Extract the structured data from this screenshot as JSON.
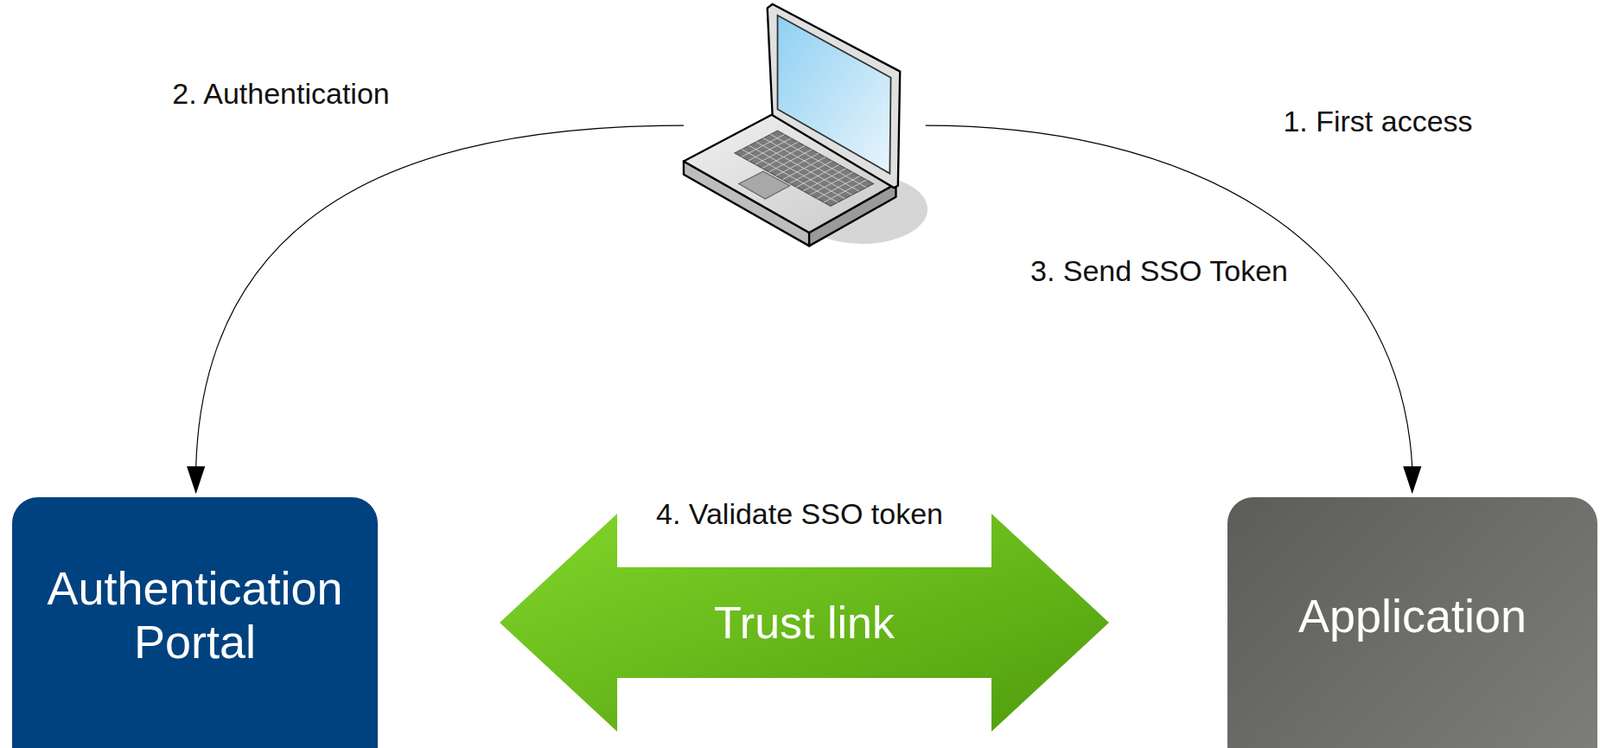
{
  "diagram": {
    "nodes": [
      {
        "text": [
          "Authentication Portal"
        ]
      },
      {
        "text": [
          "Application"
        ]
      }
    ],
    "edges": [
      {
        "from": 0,
        "to": 1,
        "arrow": "both",
        "label": "Trust link"
      }
    ],
    "labels": [
      "2. Authentication",
      "1. First access",
      "3. Send SSO Token",
      "4. Validate SSO token"
    ]
  }
}
